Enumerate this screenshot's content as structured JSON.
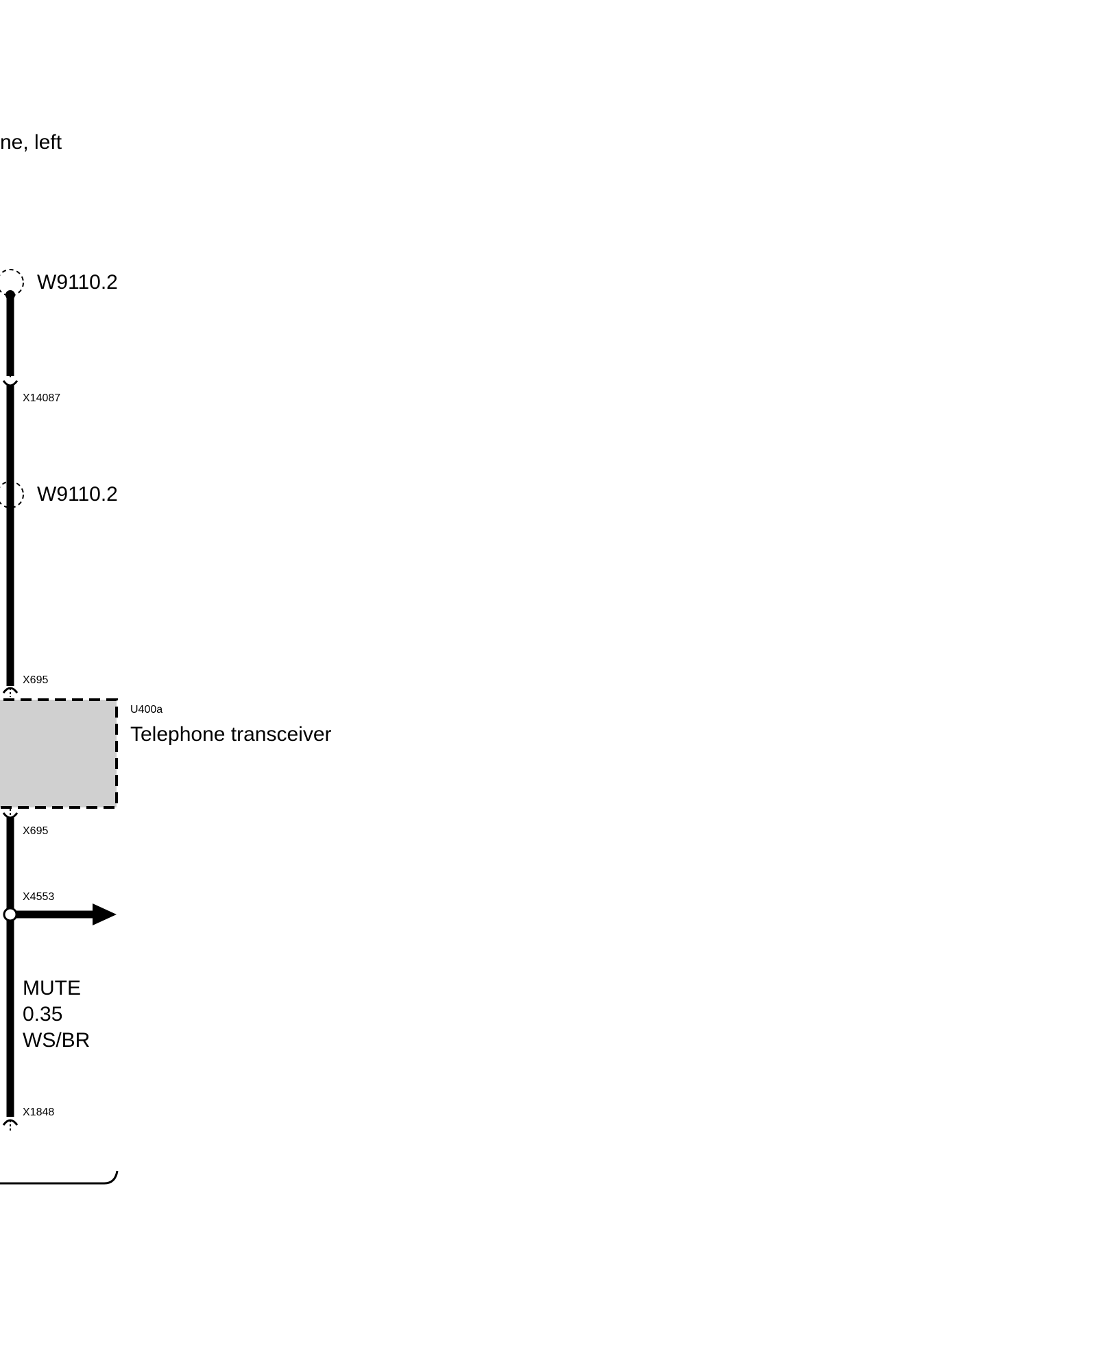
{
  "diagram": {
    "top_label": "ne, left",
    "shield_top_label": "W9110.2",
    "shield_mid_label": "W9110.2",
    "connector_1": "X14087",
    "connector_2": "X695",
    "component_id": "U400a",
    "component_name": "Telephone transceiver",
    "connector_3": "X695",
    "splice": "X4553",
    "wire_signal": "MUTE",
    "wire_size": "0.35",
    "wire_color": "WS/BR",
    "connector_4": "X1848"
  },
  "colors": {
    "line": "#000000",
    "component_fill": "#d0d0d0",
    "background": "#ffffff"
  }
}
